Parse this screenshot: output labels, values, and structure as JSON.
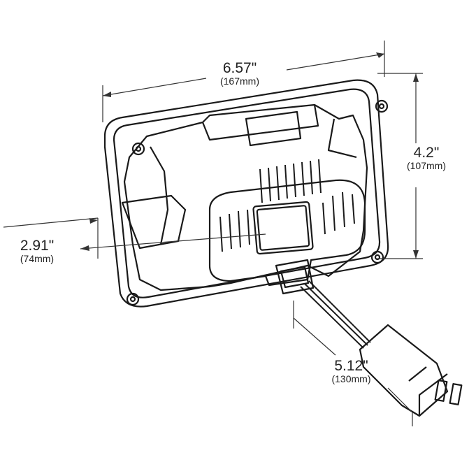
{
  "dimensions": {
    "width": {
      "inches": "6.57\"",
      "mm": "(167mm)"
    },
    "height": {
      "inches": "4.2\"",
      "mm": "(107mm)"
    },
    "depth": {
      "inches": "2.91\"",
      "mm": "(74mm)"
    },
    "cable": {
      "inches": "5.12\"",
      "mm": "(130mm)"
    }
  },
  "colors": {
    "line": "#1a1a1a",
    "dim_line": "#333333"
  }
}
